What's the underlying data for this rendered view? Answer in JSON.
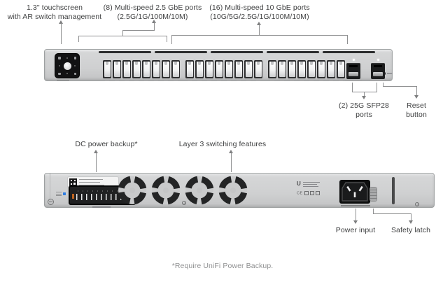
{
  "page": {
    "background": "#ffffff",
    "footnote": "*Require UniFi Power Backup."
  },
  "front_view": {
    "callout_touchscreen": {
      "line1": "1.3\" touchscreen",
      "line2": "with AR switch management"
    },
    "callout_ports_25g": {
      "line1": "(8) Multi-speed 2.5 GbE ports",
      "line2": "(2.5G/1G/100M/10M)"
    },
    "callout_ports_10g": {
      "line1": "(16) Multi-speed 10 GbE ports",
      "line2": "(10G/5G/2.5G/1G/100M/10M)"
    },
    "callout_sfp": {
      "line1": "(2) 25G SFP28",
      "line2": "ports"
    },
    "callout_reset": {
      "line1": "Reset",
      "line2": "button"
    },
    "port_groups": [
      8,
      8,
      8
    ],
    "sfp_ports": 2
  },
  "rear_view": {
    "callout_dc": "DC power backup*",
    "callout_layer3": "Layer 3 switching features",
    "callout_power": "Power input",
    "callout_latch": "Safety latch",
    "fans": 4,
    "brand_glyph": "U",
    "regulatory_mark": "CE"
  },
  "colors": {
    "chassis": "#cfd0d1",
    "callout_line": "#8f9091",
    "label_text": "#3f4041",
    "footnote_text": "#919293",
    "led": "#ffffff",
    "accent_blue": "#2f7de1"
  }
}
